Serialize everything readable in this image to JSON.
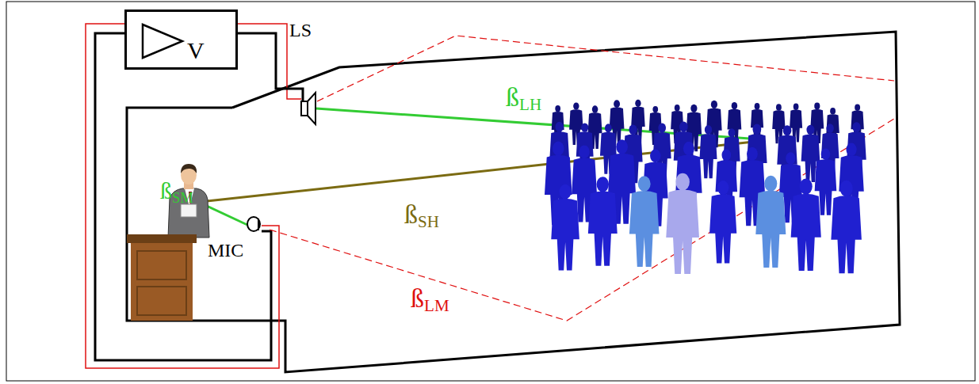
{
  "diagram": {
    "nodes": [
      {
        "text": [
          "V"
        ]
      }
    ],
    "labels": [
      "LS",
      "ßLH",
      "ßSM",
      "ßSH",
      "MIC",
      "ßLM"
    ]
  }
}
